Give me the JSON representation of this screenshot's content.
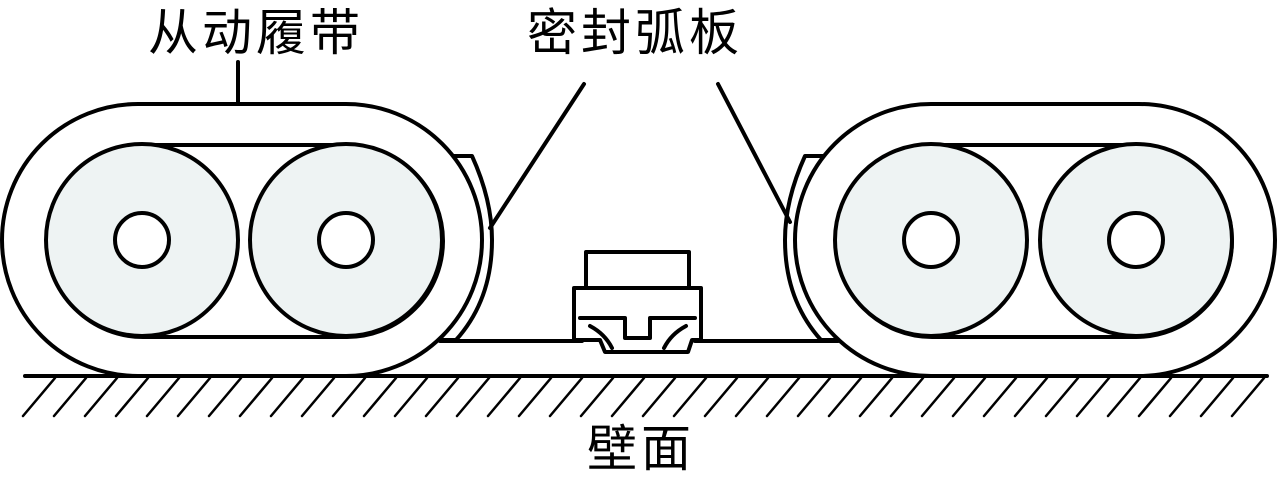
{
  "labels": {
    "driven_track": "从动履带",
    "sealing_arc_plate": "密封弧板",
    "wall_surface": "壁面"
  },
  "colors": {
    "stroke": "#000000",
    "wheel_fill": "#eef3f3",
    "background": "#ffffff"
  }
}
